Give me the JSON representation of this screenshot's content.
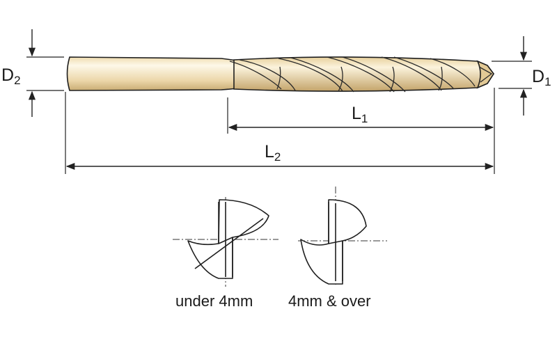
{
  "labels": {
    "d2_main": "D",
    "d2_sub": "2",
    "d1_main": "D",
    "d1_sub": "1",
    "l1_main": "L",
    "l1_sub": "1",
    "l2_main": "L",
    "l2_sub": "2"
  },
  "captions": {
    "under": "under 4mm",
    "over": "4mm & over"
  },
  "colors": {
    "drill_light": "#fbf4df",
    "drill_mid": "#efdcb0",
    "drill_dark": "#c9ac74",
    "outline": "#1e1e1e",
    "dimension": "#222222"
  }
}
